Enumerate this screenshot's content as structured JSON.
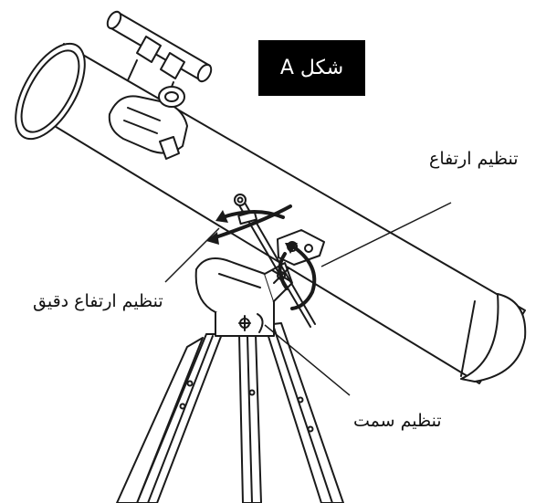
{
  "figure": {
    "badge": "شکل A",
    "labels": {
      "altitude_adjust": "تنظیم ارتفاع",
      "fine_altitude_adjust": "تنظیم ارتفاع دقیق",
      "azimuth_adjust": "تنظیم سمت"
    }
  },
  "colors": {
    "line": "#1a1a1a",
    "badge_bg": "#000000",
    "badge_text": "#ffffff",
    "background": "#ffffff"
  }
}
